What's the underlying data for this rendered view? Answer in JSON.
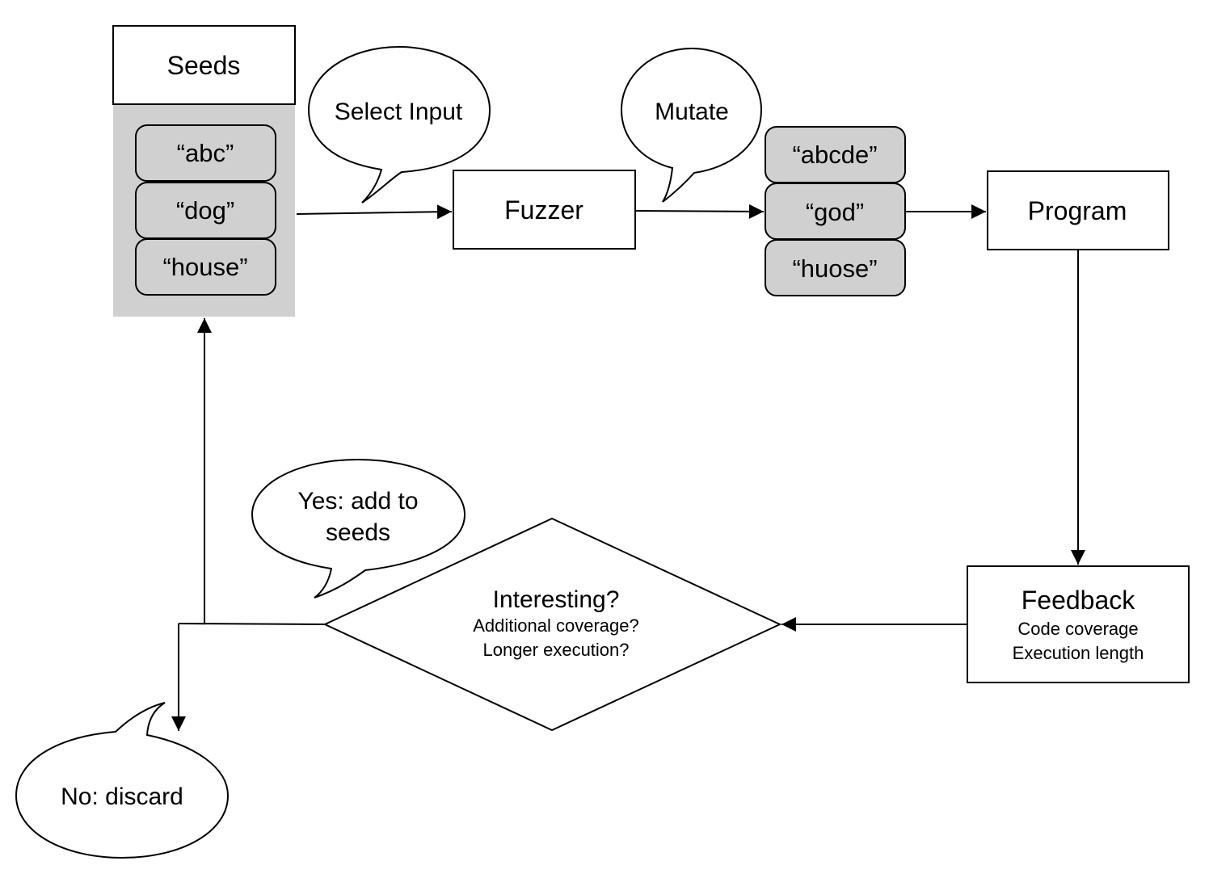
{
  "seeds": {
    "title": "Seeds",
    "items": [
      "“abc”",
      "“dog”",
      "“house”"
    ]
  },
  "fuzzer": {
    "label": "Fuzzer"
  },
  "mutated": {
    "items": [
      "“abcde”",
      "“god”",
      "“huose”"
    ]
  },
  "program": {
    "label": "Program"
  },
  "feedback": {
    "title": "Feedback",
    "lines": [
      "Code coverage",
      "Execution length"
    ]
  },
  "decision": {
    "title": "Interesting?",
    "lines": [
      "Additional coverage?",
      "Longer execution?"
    ]
  },
  "callouts": {
    "select_input": "Select Input",
    "mutate": "Mutate",
    "yes_line1": "Yes: add to",
    "yes_line2": "seeds",
    "no_discard": "No: discard"
  },
  "colors": {
    "item_fill": "#d0d0d0",
    "stroke": "#000000",
    "background": "#ffffff"
  }
}
